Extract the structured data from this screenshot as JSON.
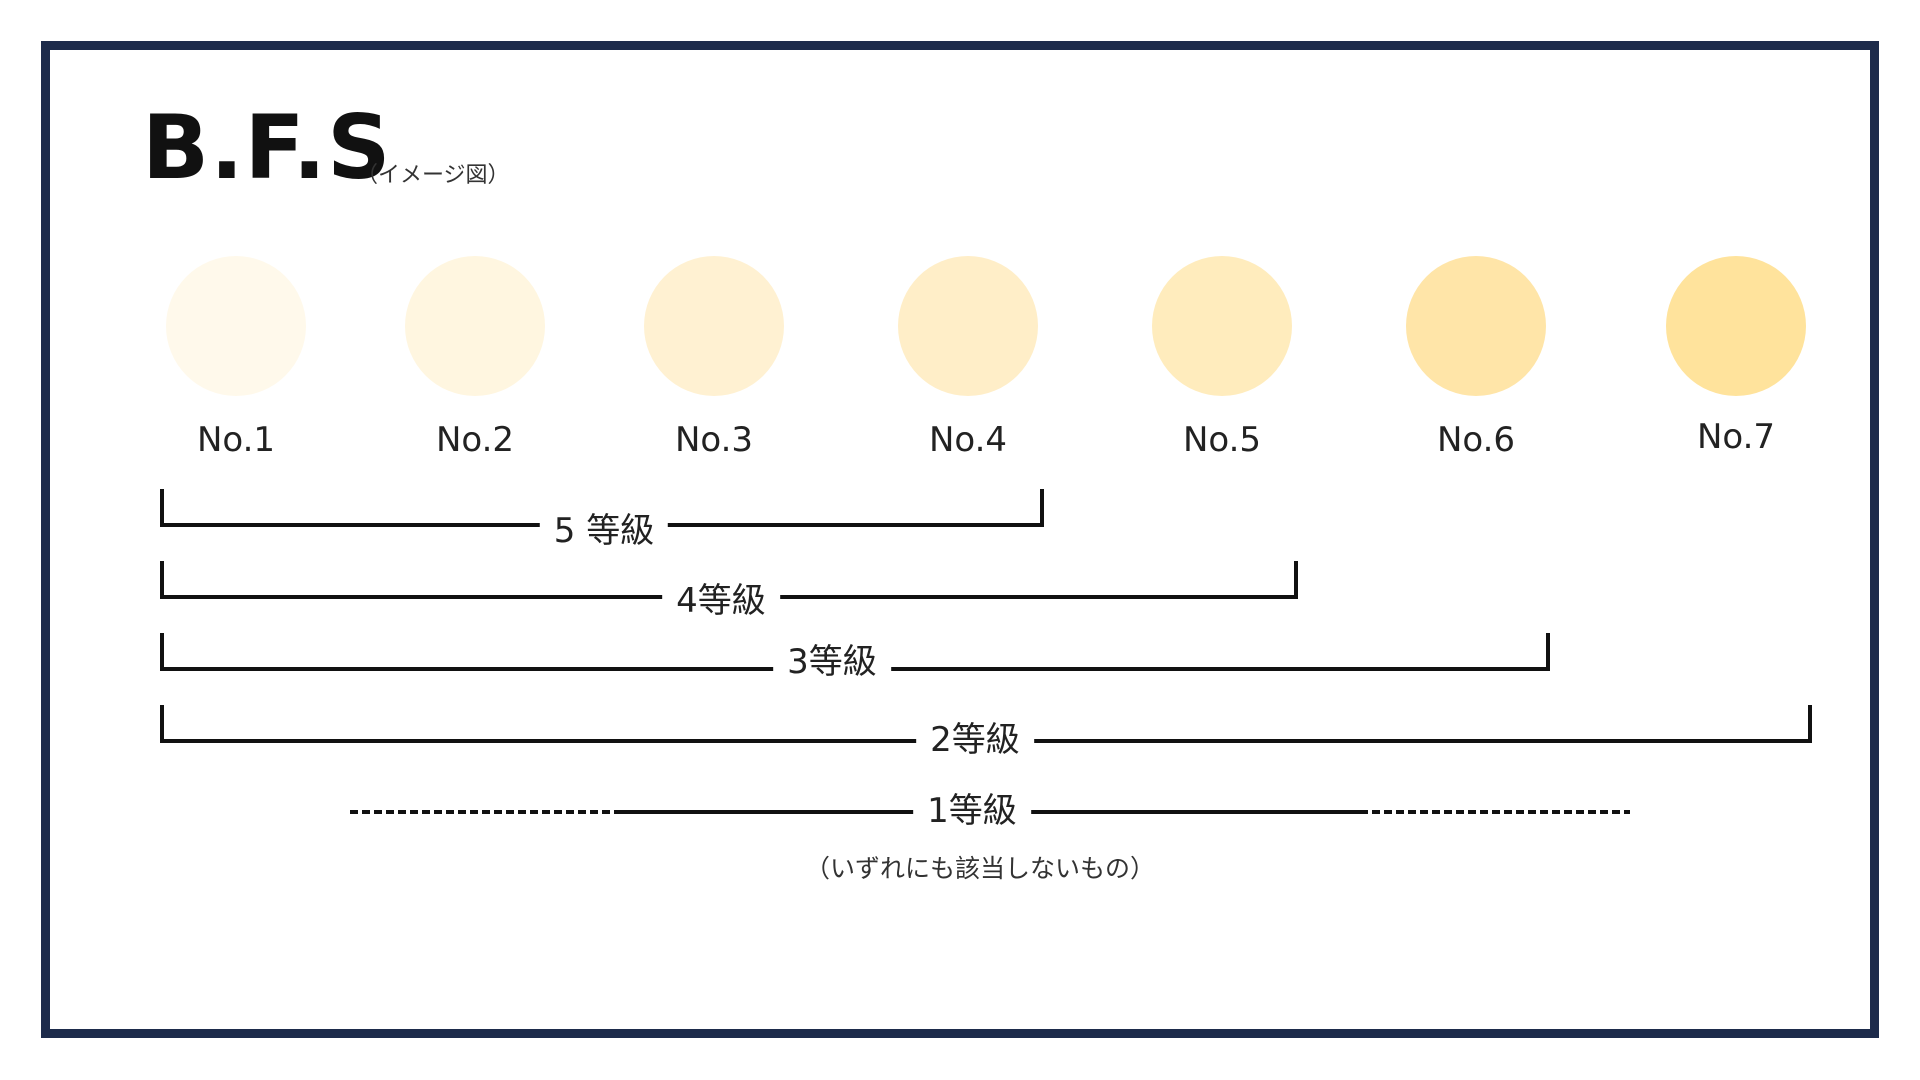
{
  "title": "B.F.S",
  "subtitle": "（イメージ図）",
  "swatches": [
    {
      "label": "No.1",
      "color": "#fff9eb"
    },
    {
      "label": "No.2",
      "color": "#fff6e0"
    },
    {
      "label": "No.3",
      "color": "#fff1d2"
    },
    {
      "label": "No.4",
      "color": "#ffeec8"
    },
    {
      "label": "No.5",
      "color": "#ffecbd"
    },
    {
      "label": "No.6",
      "color": "#ffe5a8"
    },
    {
      "label": "No.7",
      "color": "#ffe39c"
    }
  ],
  "grades": [
    {
      "label": "5 等級",
      "from": "No.1",
      "to": "No.4"
    },
    {
      "label": "4等級",
      "from": "No.1",
      "to": "No.5"
    },
    {
      "label": "3等級",
      "from": "No.1",
      "to": "No.6"
    },
    {
      "label": "2等級",
      "from": "No.1",
      "to": "No.7"
    },
    {
      "label": "1等級",
      "from": "",
      "to": ""
    }
  ],
  "grade1_note": "（いずれにも該当しないもの）",
  "colors": {
    "frame": "#1d2b4b",
    "line": "#111111"
  }
}
